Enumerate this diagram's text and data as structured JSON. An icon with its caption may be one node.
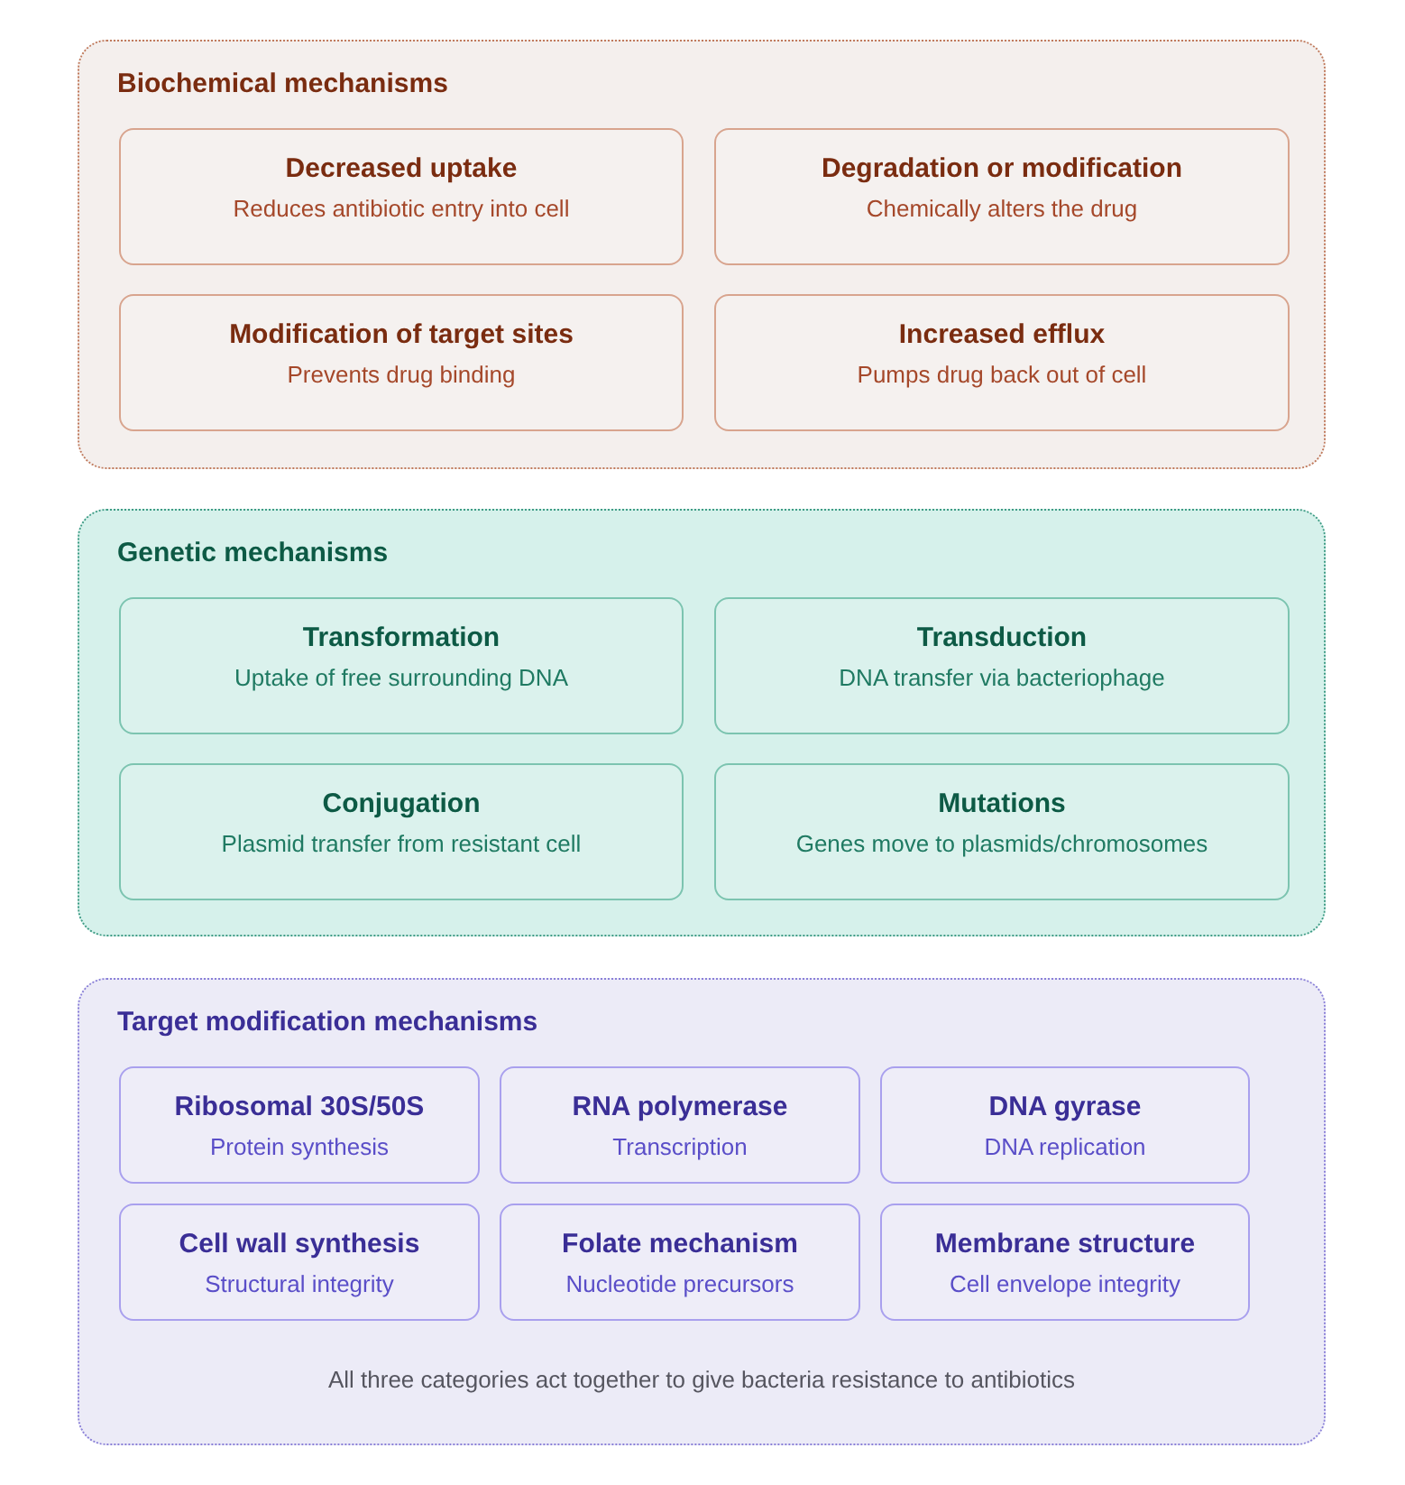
{
  "diagram": {
    "nodes": [
      {
        "text": [
          "Biochemical mechanisms"
        ]
      },
      {
        "text": [
          "Decreased uptake",
          "Reduces antibiotic entry into cell"
        ],
        "in": 0
      },
      {
        "text": [
          "Degradation or modification",
          "Chemically alters the drug"
        ],
        "in": 0
      },
      {
        "text": [
          "Modification of target sites",
          "Prevents drug binding"
        ],
        "in": 0
      },
      {
        "text": [
          "Increased efflux",
          "Pumps drug back out of cell"
        ],
        "in": 0
      },
      {
        "text": [
          "Genetic mechanisms"
        ]
      },
      {
        "text": [
          "Transformation",
          "Uptake of free surrounding DNA"
        ],
        "in": 5
      },
      {
        "text": [
          "Transduction",
          "DNA transfer via bacteriophage"
        ],
        "in": 5
      },
      {
        "text": [
          "Conjugation",
          "Plasmid transfer from resistant cell"
        ],
        "in": 5
      },
      {
        "text": [
          "Mutations",
          "Genes move to plasmids/chromosomes"
        ],
        "in": 5
      },
      {
        "text": [
          "Target modification mechanisms",
          "All three categories act together to give bacteria resistance to antibiotics"
        ]
      },
      {
        "text": [
          "Ribosomal 30S/50S",
          "Protein synthesis"
        ],
        "in": 10
      },
      {
        "text": [
          "RNA polymerase",
          "Transcription"
        ],
        "in": 10
      },
      {
        "text": [
          "DNA gyrase",
          "DNA replication"
        ],
        "in": 10
      },
      {
        "text": [
          "Cell wall synthesis",
          "Structural integrity"
        ],
        "in": 10
      },
      {
        "text": [
          "Folate mechanism",
          "Nucleotide precursors"
        ],
        "in": 10
      },
      {
        "text": [
          "Membrane structure",
          "Cell envelope integrity"
        ],
        "in": 10
      }
    ]
  }
}
